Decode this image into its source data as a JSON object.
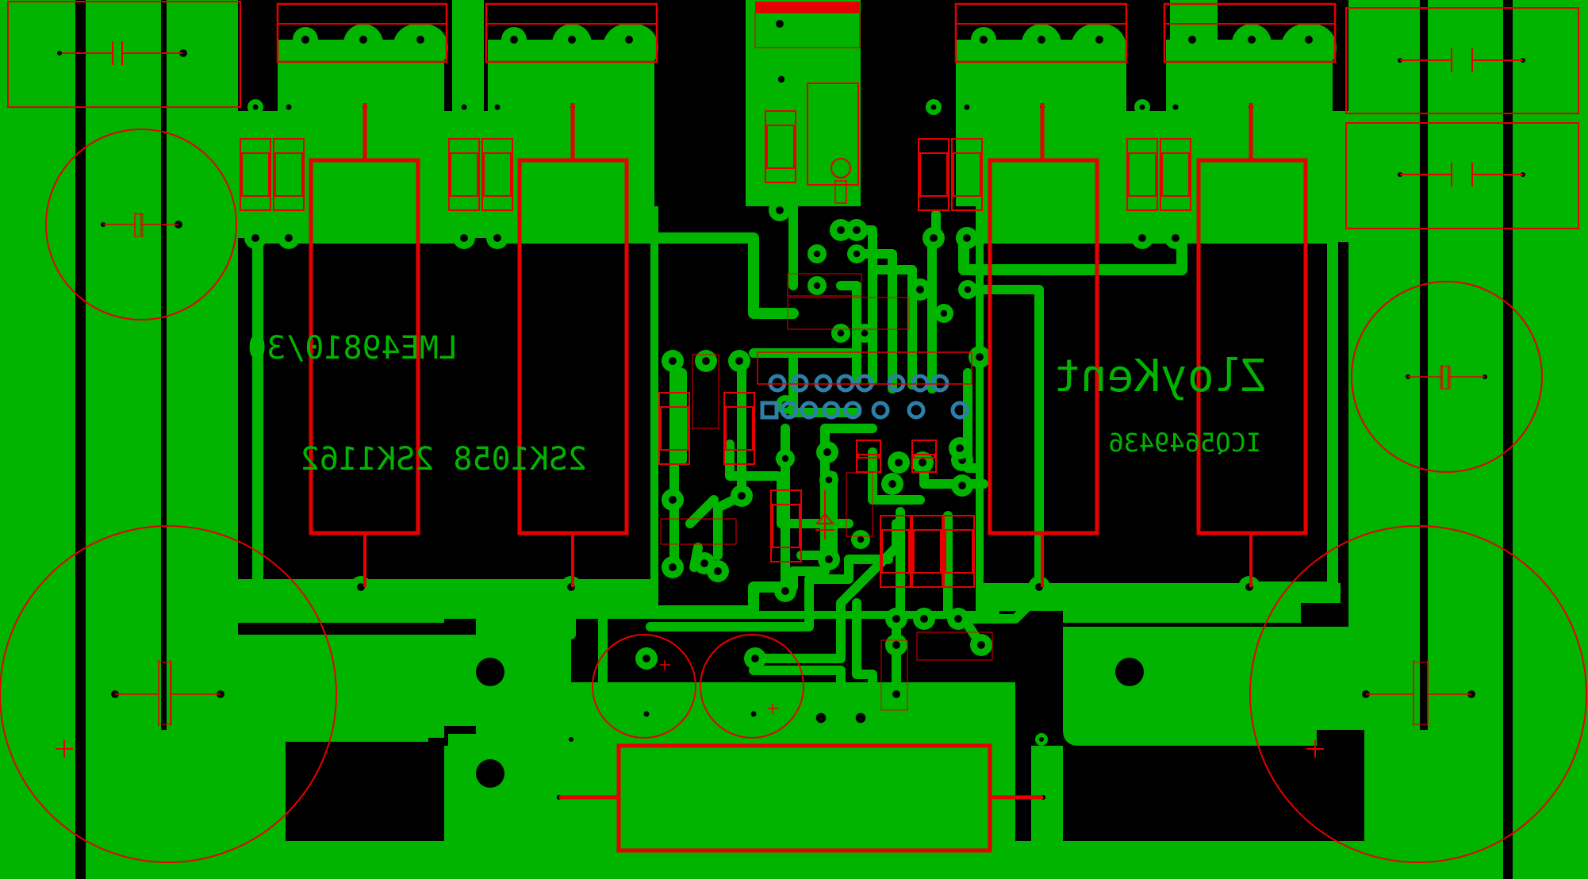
{
  "board": {
    "colors": {
      "background": "#000000",
      "copper": "#00b400",
      "outline": "#e60000",
      "ic_pad": "#2e7fa8",
      "pad_hole": "#000000"
    },
    "labels": {
      "left_ic_text": "LME49810/30",
      "mosfet_text": "2SK1058 2SK1162",
      "author_text": "ZloyKent",
      "code_text": "ICQ5649436"
    }
  }
}
